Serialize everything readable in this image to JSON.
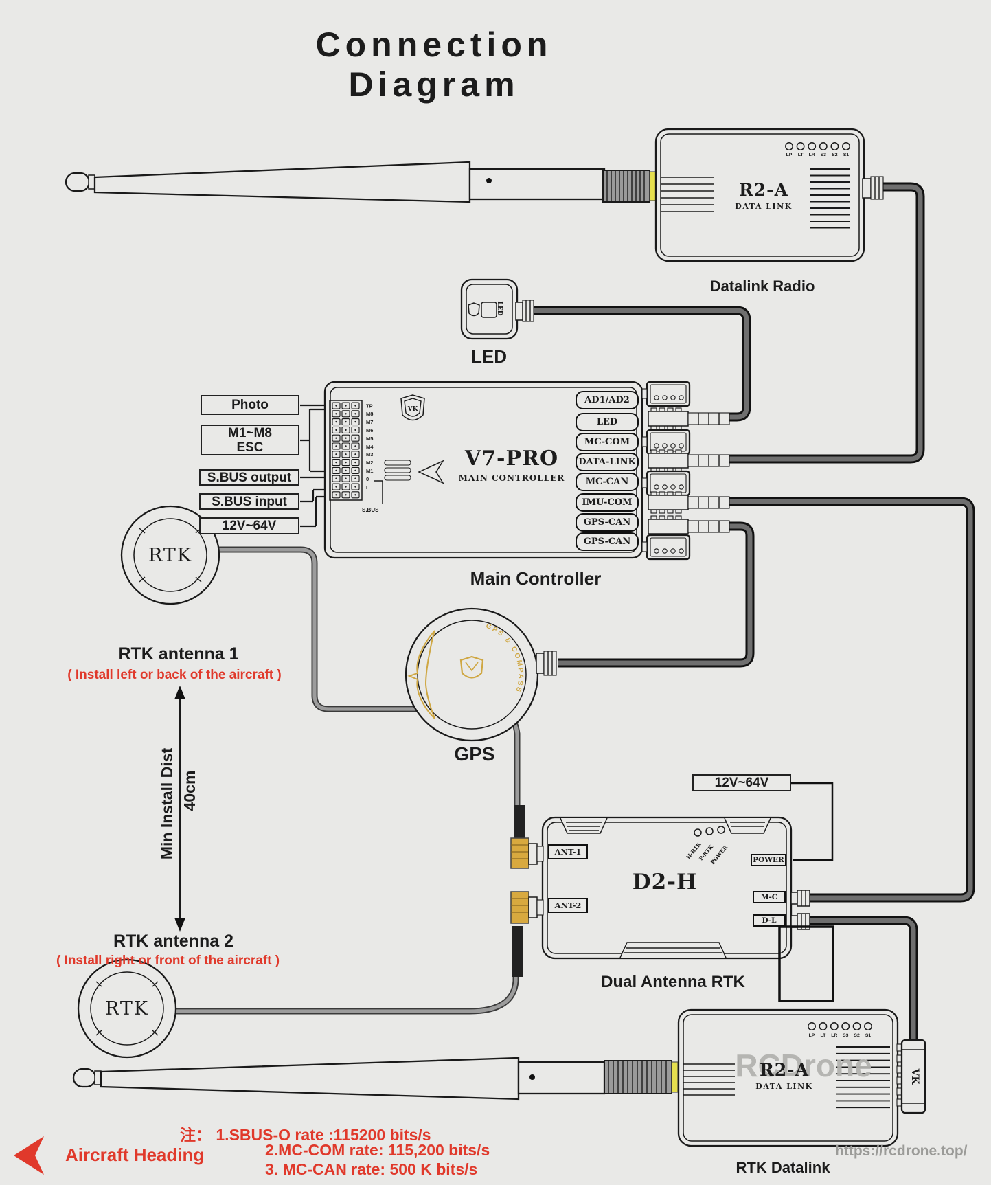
{
  "title": "Connection Diagram",
  "colors": {
    "background": "#e9e9e7",
    "line": "#1a1a1a",
    "red": "#e0392b",
    "gold": "#cfa743",
    "yellow": "#e6df4e",
    "cable": "#6f6f6f"
  },
  "datalink_top": {
    "model": "R2-A",
    "type_label": "DATA LINK",
    "caption": "Datalink Radio",
    "led_labels": [
      "LP",
      "LT",
      "LR",
      "S3",
      "S2",
      "S1"
    ]
  },
  "led_module": {
    "chip_label": "LED",
    "caption": "LED"
  },
  "main_controller": {
    "model": "V7-PRO",
    "type_label": "MAIN CONTROLLER",
    "caption": "Main Controller",
    "logo": "VK",
    "ports": [
      "AD1/AD2",
      "LED",
      "MC-COM",
      "DATA-LINK",
      "MC-CAN",
      "IMU-COM",
      "GPS-CAN",
      "GPS-CAN"
    ],
    "pins": [
      "TP",
      "M8",
      "M7",
      "M6",
      "M5",
      "M4",
      "M3",
      "M2",
      "M1",
      "0",
      "I"
    ],
    "sbus": "S.BUS",
    "inputs": {
      "photo": "Photo",
      "esc1": "M1~M8",
      "esc2": "ESC",
      "sbus_out": "S.BUS output",
      "sbus_in": "S.BUS input",
      "power": "12V~64V"
    }
  },
  "gps": {
    "caption": "GPS",
    "ring_text": "GPS & COMPASS"
  },
  "rtk1": {
    "disk": "RTK",
    "label": "RTK antenna 1",
    "note": "( Install  left or back of the aircraft )"
  },
  "rtk2": {
    "disk": "RTK",
    "label": "RTK antenna 2",
    "note": "( Install  right or front of the aircraft )"
  },
  "min_dist": {
    "line1": "Min Install Dist",
    "line2": "40cm"
  },
  "d2h": {
    "model": "D2-H",
    "caption": "Dual Antenna RTK",
    "power_source": "12V~64V",
    "led_labels": [
      "H-RTK",
      "P-RTK",
      "POWER"
    ],
    "port_power": "POWER",
    "port_mc": "M-C",
    "port_dl": "D-L",
    "port_ant1": "ANT-1",
    "port_ant2": "ANT-2"
  },
  "datalink_bottom": {
    "model": "R2-A",
    "type_label": "DATA LINK",
    "caption": "RTK Datalink",
    "connector": "VK",
    "led_labels": [
      "LP",
      "LT",
      "LR",
      "S3",
      "S2",
      "S1"
    ],
    "watermark": "RCDrone",
    "watermark_url": "https://rcdrone.top/"
  },
  "notes": {
    "line1": "注： 1.SBUS-O rate :115200 bits/s",
    "line2": "2.MC-COM rate: 115,200 bits/s",
    "line3": "3. MC-CAN rate: 500 K bits/s"
  },
  "heading": {
    "label": "Aircraft Heading"
  }
}
